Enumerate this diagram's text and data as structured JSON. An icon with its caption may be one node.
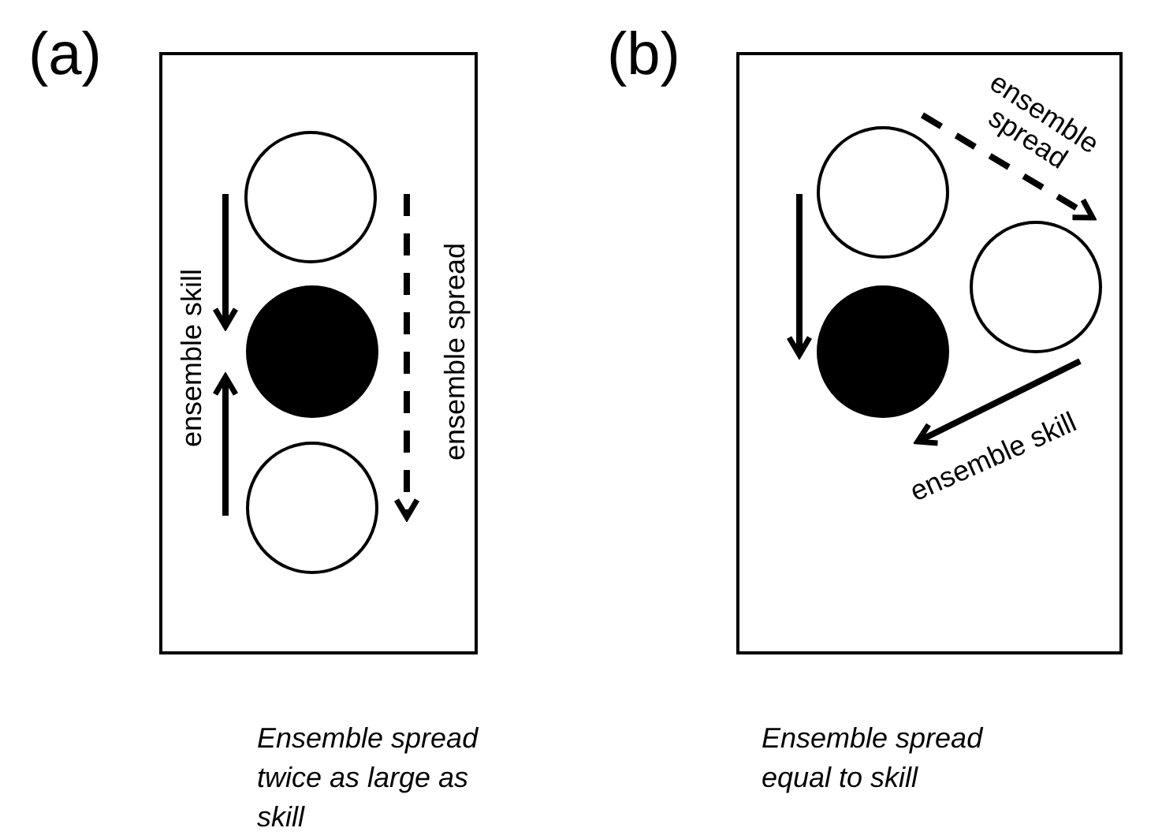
{
  "diagram": {
    "nodes": [
      {
        "text": [
          "(a)"
        ],
        "beside": [
          "Ensemble spread twice as large as skill"
        ]
      },
      {
        "text": [],
        "shape": "circle",
        "in": 0
      },
      {
        "text": [],
        "shape": "dot",
        "in": 0
      },
      {
        "text": [],
        "shape": "circle",
        "in": 0
      },
      {
        "text": [
          "(b)"
        ],
        "beside": [
          "Ensemble spread equal to skill"
        ]
      },
      {
        "text": [],
        "shape": "circle",
        "in": 4
      },
      {
        "text": [],
        "shape": "circle",
        "in": 4
      },
      {
        "text": [],
        "shape": "dot",
        "in": 4
      }
    ],
    "edges": [
      {
        "from": 1,
        "to": 2,
        "arrow": "to",
        "label": "ensemble skill"
      },
      {
        "from": 3,
        "to": 2,
        "arrow": "to"
      },
      {
        "from": 1,
        "to": 3,
        "arrow": "to",
        "style": "dashed",
        "label": "ensemble spread"
      },
      {
        "from": 5,
        "to": 7,
        "arrow": "to"
      },
      {
        "from": 5,
        "to": 6,
        "arrow": "to",
        "style": "dashed",
        "label": "ensemble spread"
      },
      {
        "from": 6,
        "to": 7,
        "arrow": "to",
        "label": "ensemble skill"
      }
    ]
  }
}
